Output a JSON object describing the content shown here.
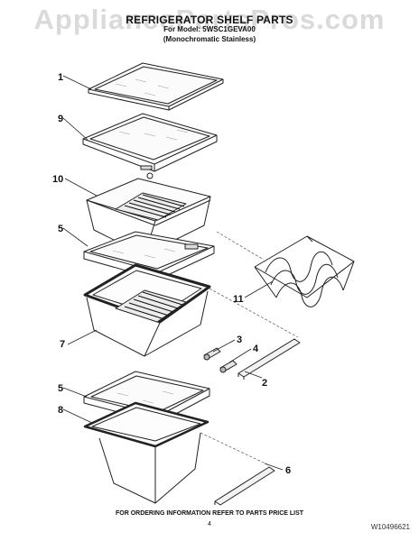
{
  "watermark": "AppliancePartsPros.com",
  "header": {
    "title": "REFRIGERATOR SHELF PARTS",
    "model_line": "For Model: 5WSC1GEVA00",
    "variant": "(Monochromatic Stainless)"
  },
  "callouts": {
    "c1": "1",
    "c9": "9",
    "c10": "10",
    "c5a": "5",
    "c7": "7",
    "c5b": "5",
    "c8": "8",
    "c11": "11",
    "c3": "3",
    "c4": "4",
    "c2": "2",
    "c6": "6"
  },
  "footer": {
    "ordering_note": "FOR ORDERING INFORMATION REFER TO PARTS PRICE LIST",
    "page_number": "4",
    "doc_number": "W10496621"
  }
}
